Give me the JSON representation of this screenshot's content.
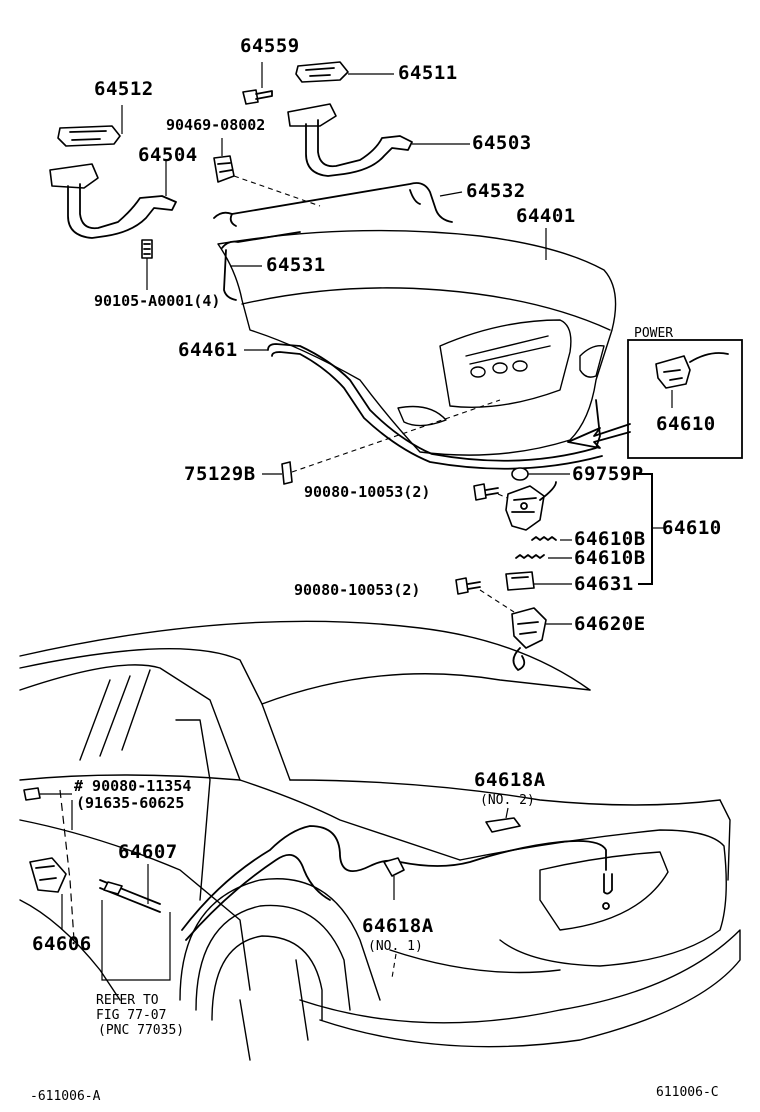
{
  "labels": {
    "p64559": "64559",
    "p64511": "64511",
    "p64512": "64512",
    "p90469": "90469-08002",
    "p64503": "64503",
    "p64504": "64504",
    "p64532": "64532",
    "p64401": "64401",
    "p64531": "64531",
    "p90105": "90105-A0001(4)",
    "power": "POWER",
    "p64461": "64461",
    "p64610_inset": "64610",
    "p75129B": "75129B",
    "p69759P": "69759P",
    "p90080a": "90080-10053(2)",
    "p64610": "64610",
    "p64610B_1": "64610B",
    "p64610B_2": "64610B",
    "p90080b": "90080-10053(2)",
    "p64631": "64631",
    "p64620E": "64620E",
    "p90080_11354": "# 90080-11354",
    "p91635": "(91635-60625",
    "p64618A_no2": "64618A",
    "no2": "(NO. 2)",
    "p64607": "64607",
    "p64606": "64606",
    "p64618A_no1": "64618A",
    "no1": "(NO. 1)",
    "refer1": "REFER TO",
    "refer2": "FIG  77-07",
    "refer3": "(PNC 77035)",
    "footer_left": "-611006-A",
    "footer_right": "611006-C"
  }
}
